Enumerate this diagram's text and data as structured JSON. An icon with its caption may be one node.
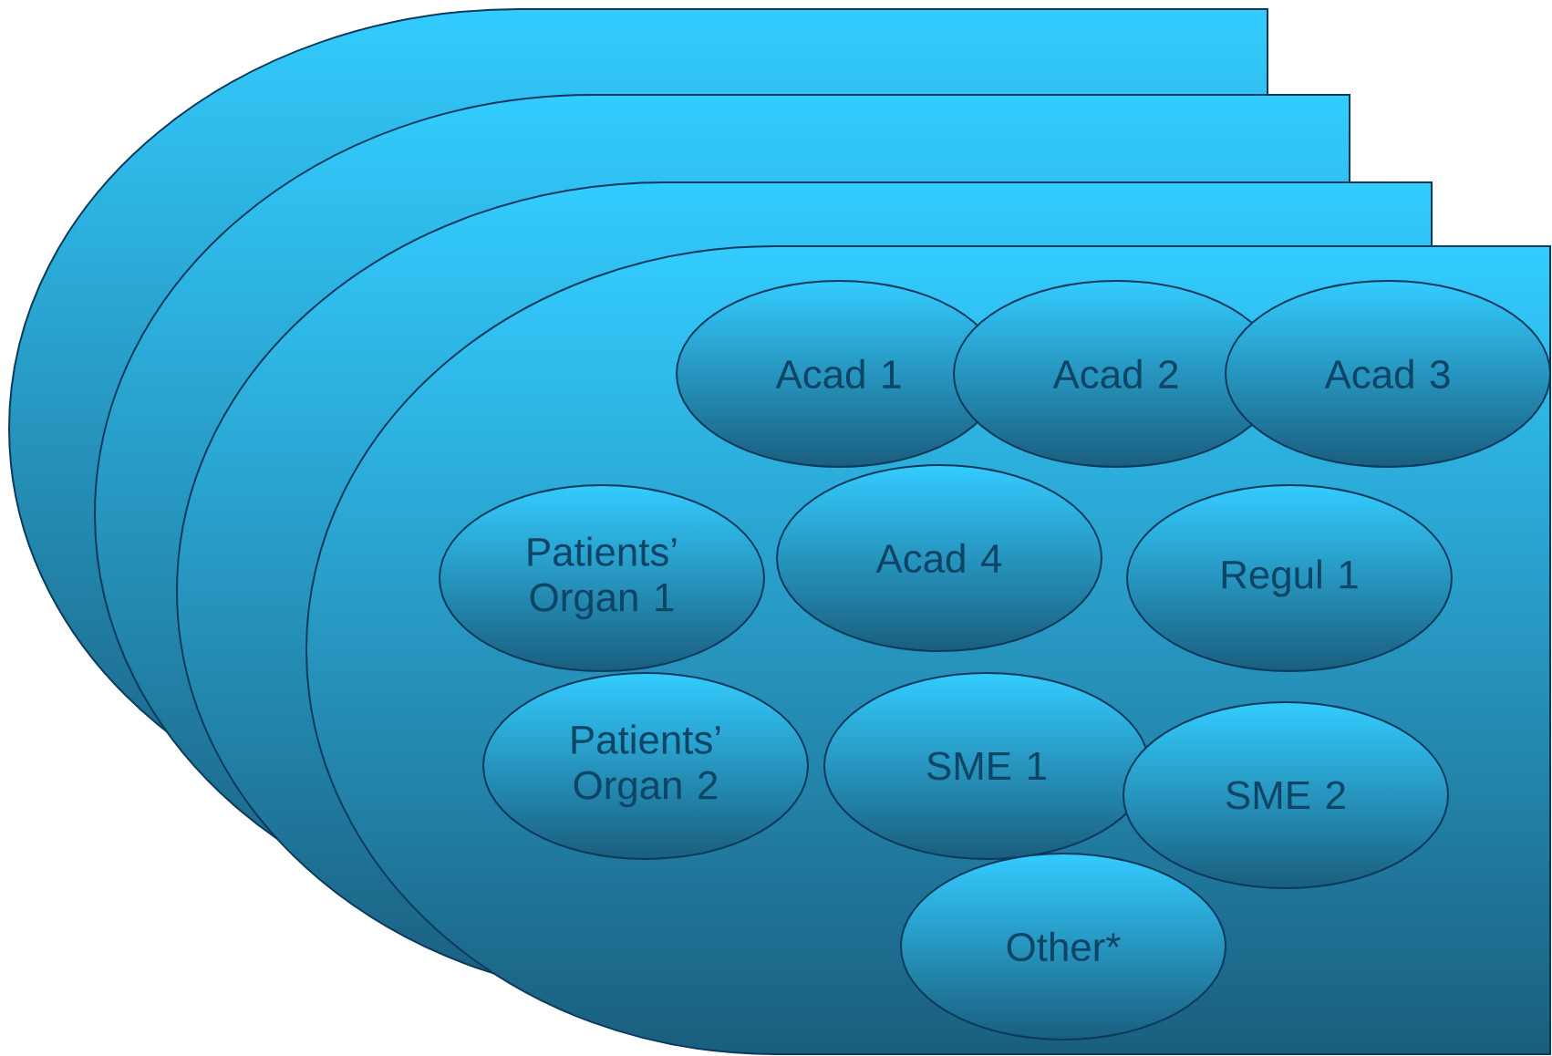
{
  "diagram": {
    "nodes": [
      {
        "text": [
          "Acad 1"
        ]
      },
      {
        "text": [
          "Acad 2"
        ]
      },
      {
        "text": [
          "Acad 3"
        ]
      },
      {
        "text": [
          "Patients’ Organ 1"
        ]
      },
      {
        "text": [
          "Acad 4"
        ]
      },
      {
        "text": [
          "Regul 1"
        ]
      },
      {
        "text": [
          "Patients’ Organ 2"
        ]
      },
      {
        "text": [
          "SME 1"
        ]
      },
      {
        "text": [
          "SME 2"
        ]
      },
      {
        "text": [
          "Other*"
        ]
      }
    ]
  }
}
